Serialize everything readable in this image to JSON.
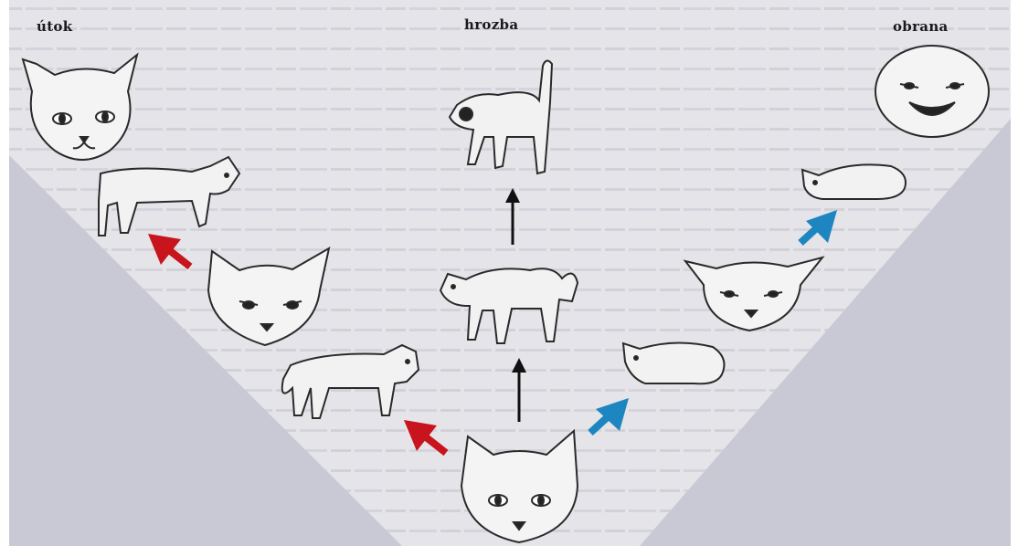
{
  "labels": {
    "attack": "útok",
    "threat": "hrozba",
    "defense": "obrana"
  },
  "colors": {
    "background": "#c9c9d6",
    "paper": "#e8e7ea",
    "attack_arrow": "#c8141c",
    "defense_arrow": "#1d86c0",
    "threat_arrow": "#111111",
    "ink": "#2a2a2a"
  }
}
